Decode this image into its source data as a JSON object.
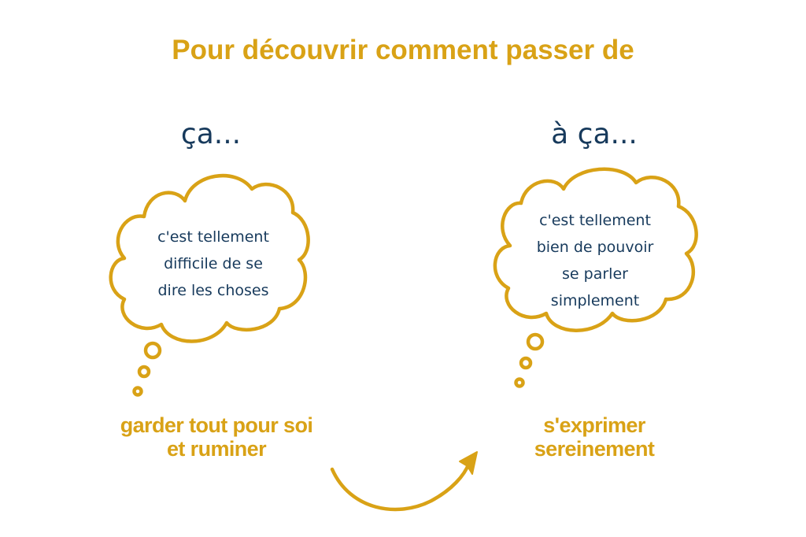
{
  "title": "Pour découvrir comment passer de",
  "left": {
    "label": "ça...",
    "thought_lines": [
      "c'est tellement",
      "difficile de se",
      "dire les choses"
    ],
    "caption_lines": [
      "garder tout pour soi",
      "et ruminer"
    ]
  },
  "right": {
    "label": "à ça...",
    "thought_lines": [
      "c'est tellement",
      "bien de pouvoir",
      "se parler",
      "simplement"
    ],
    "caption_lines": [
      "s'exprimer",
      "sereinement"
    ]
  },
  "colors": {
    "accent": "#d9a216",
    "text": "#173a5c",
    "background": "#ffffff"
  },
  "icons": [
    "thought-cloud-icon",
    "curved-arrow-icon"
  ]
}
